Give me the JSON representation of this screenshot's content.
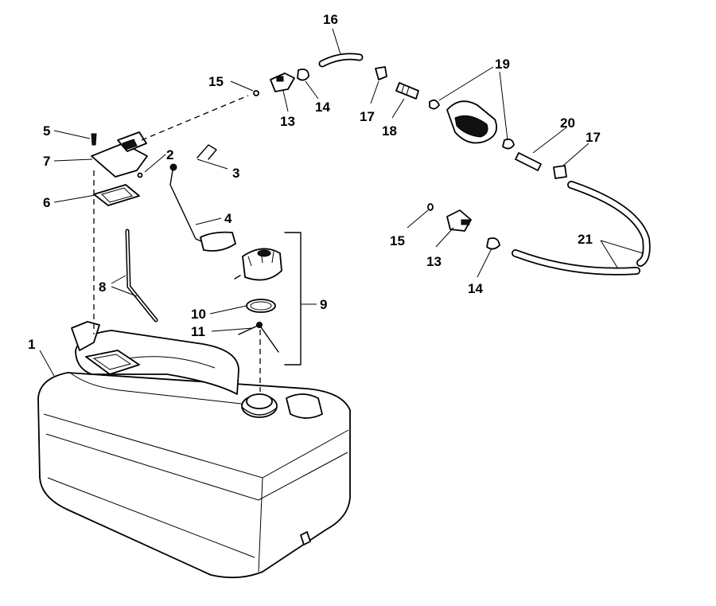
{
  "callouts": [
    {
      "id": "c1",
      "text": "1"
    },
    {
      "id": "c2",
      "text": "2"
    },
    {
      "id": "c3",
      "text": "3"
    },
    {
      "id": "c4",
      "text": "4"
    },
    {
      "id": "c5",
      "text": "5"
    },
    {
      "id": "c6",
      "text": "6"
    },
    {
      "id": "c7",
      "text": "7"
    },
    {
      "id": "c8",
      "text": "8"
    },
    {
      "id": "c9",
      "text": "9"
    },
    {
      "id": "c10",
      "text": "10"
    },
    {
      "id": "c11",
      "text": "11"
    },
    {
      "id": "c13a",
      "text": "13"
    },
    {
      "id": "c13b",
      "text": "13"
    },
    {
      "id": "c14a",
      "text": "14"
    },
    {
      "id": "c14b",
      "text": "14"
    },
    {
      "id": "c15a",
      "text": "15"
    },
    {
      "id": "c15b",
      "text": "15"
    },
    {
      "id": "c16",
      "text": "16"
    },
    {
      "id": "c17a",
      "text": "17"
    },
    {
      "id": "c17b",
      "text": "17"
    },
    {
      "id": "c18",
      "text": "18"
    },
    {
      "id": "c19",
      "text": "19"
    },
    {
      "id": "c20",
      "text": "20"
    },
    {
      "id": "c21",
      "text": "21"
    }
  ]
}
